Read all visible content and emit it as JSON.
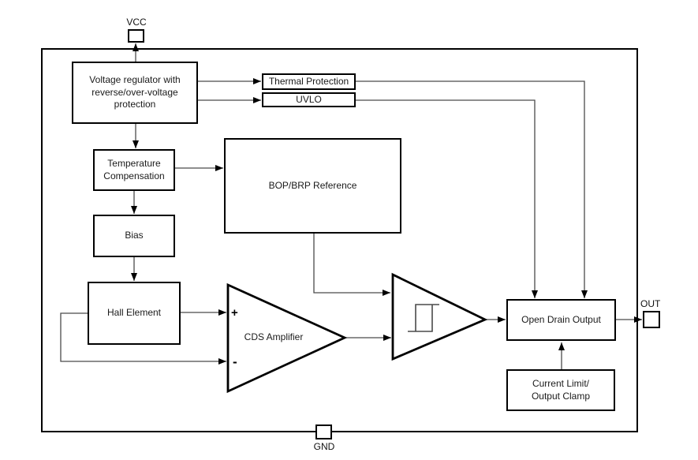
{
  "pins": {
    "vcc": {
      "label": "VCC"
    },
    "gnd": {
      "label": "GND"
    },
    "out": {
      "label": "OUT"
    }
  },
  "blocks": {
    "voltage_regulator": {
      "label": "Voltage regulator with\nreverse/over-voltage\nprotection"
    },
    "thermal_protection": {
      "label": "Thermal Protection"
    },
    "uvlo": {
      "label": "UVLO"
    },
    "temperature_compensation": {
      "label": "Temperature\nCompensation"
    },
    "bop_brp_reference": {
      "label": "BOP/BRP Reference"
    },
    "bias": {
      "label": "Bias"
    },
    "hall_element": {
      "label": "Hall Element"
    },
    "cds_amplifier": {
      "label": "CDS Amplifier",
      "plus_input": "+",
      "minus_input": "-"
    },
    "open_drain_output": {
      "label": "Open Drain Output"
    },
    "current_limit": {
      "label": "Current Limit/\nOutput Clamp"
    }
  },
  "colors": {
    "box_border": "#000000",
    "connector_line": "#4a4a4a",
    "background": "#ffffff",
    "text": "#1a1a1a"
  }
}
